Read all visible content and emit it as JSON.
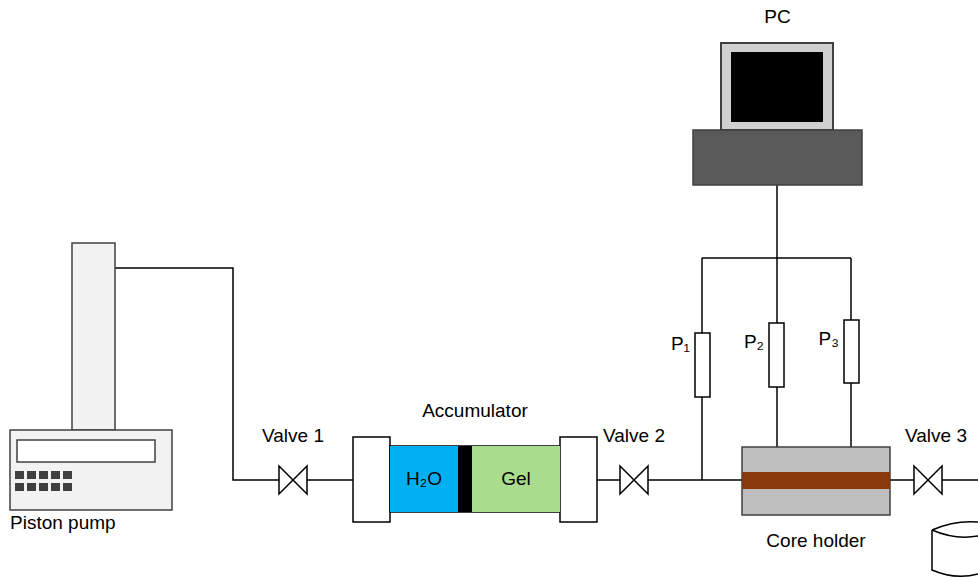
{
  "diagram": {
    "nodes": [
      {
        "text": [
          "PC"
        ]
      },
      {
        "text": [
          "Piston pump"
        ]
      },
      {
        "text": [
          "Accumulator"
        ]
      },
      {
        "text": [
          "H₂O"
        ],
        "in": 2
      },
      {
        "text": [
          "Gel"
        ],
        "in": 2
      },
      {
        "text": [
          "Core holder"
        ]
      }
    ],
    "edges": [
      {
        "from": 1,
        "to": 2,
        "arrow": "none"
      },
      {
        "from": 2,
        "to": 5,
        "arrow": "none"
      },
      {
        "from": 5,
        "to": 0,
        "arrow": "none"
      }
    ],
    "labels": [
      "Valve 1",
      "Valve 2",
      "Valve 3",
      "P₁",
      "P₂",
      "P₃"
    ]
  }
}
